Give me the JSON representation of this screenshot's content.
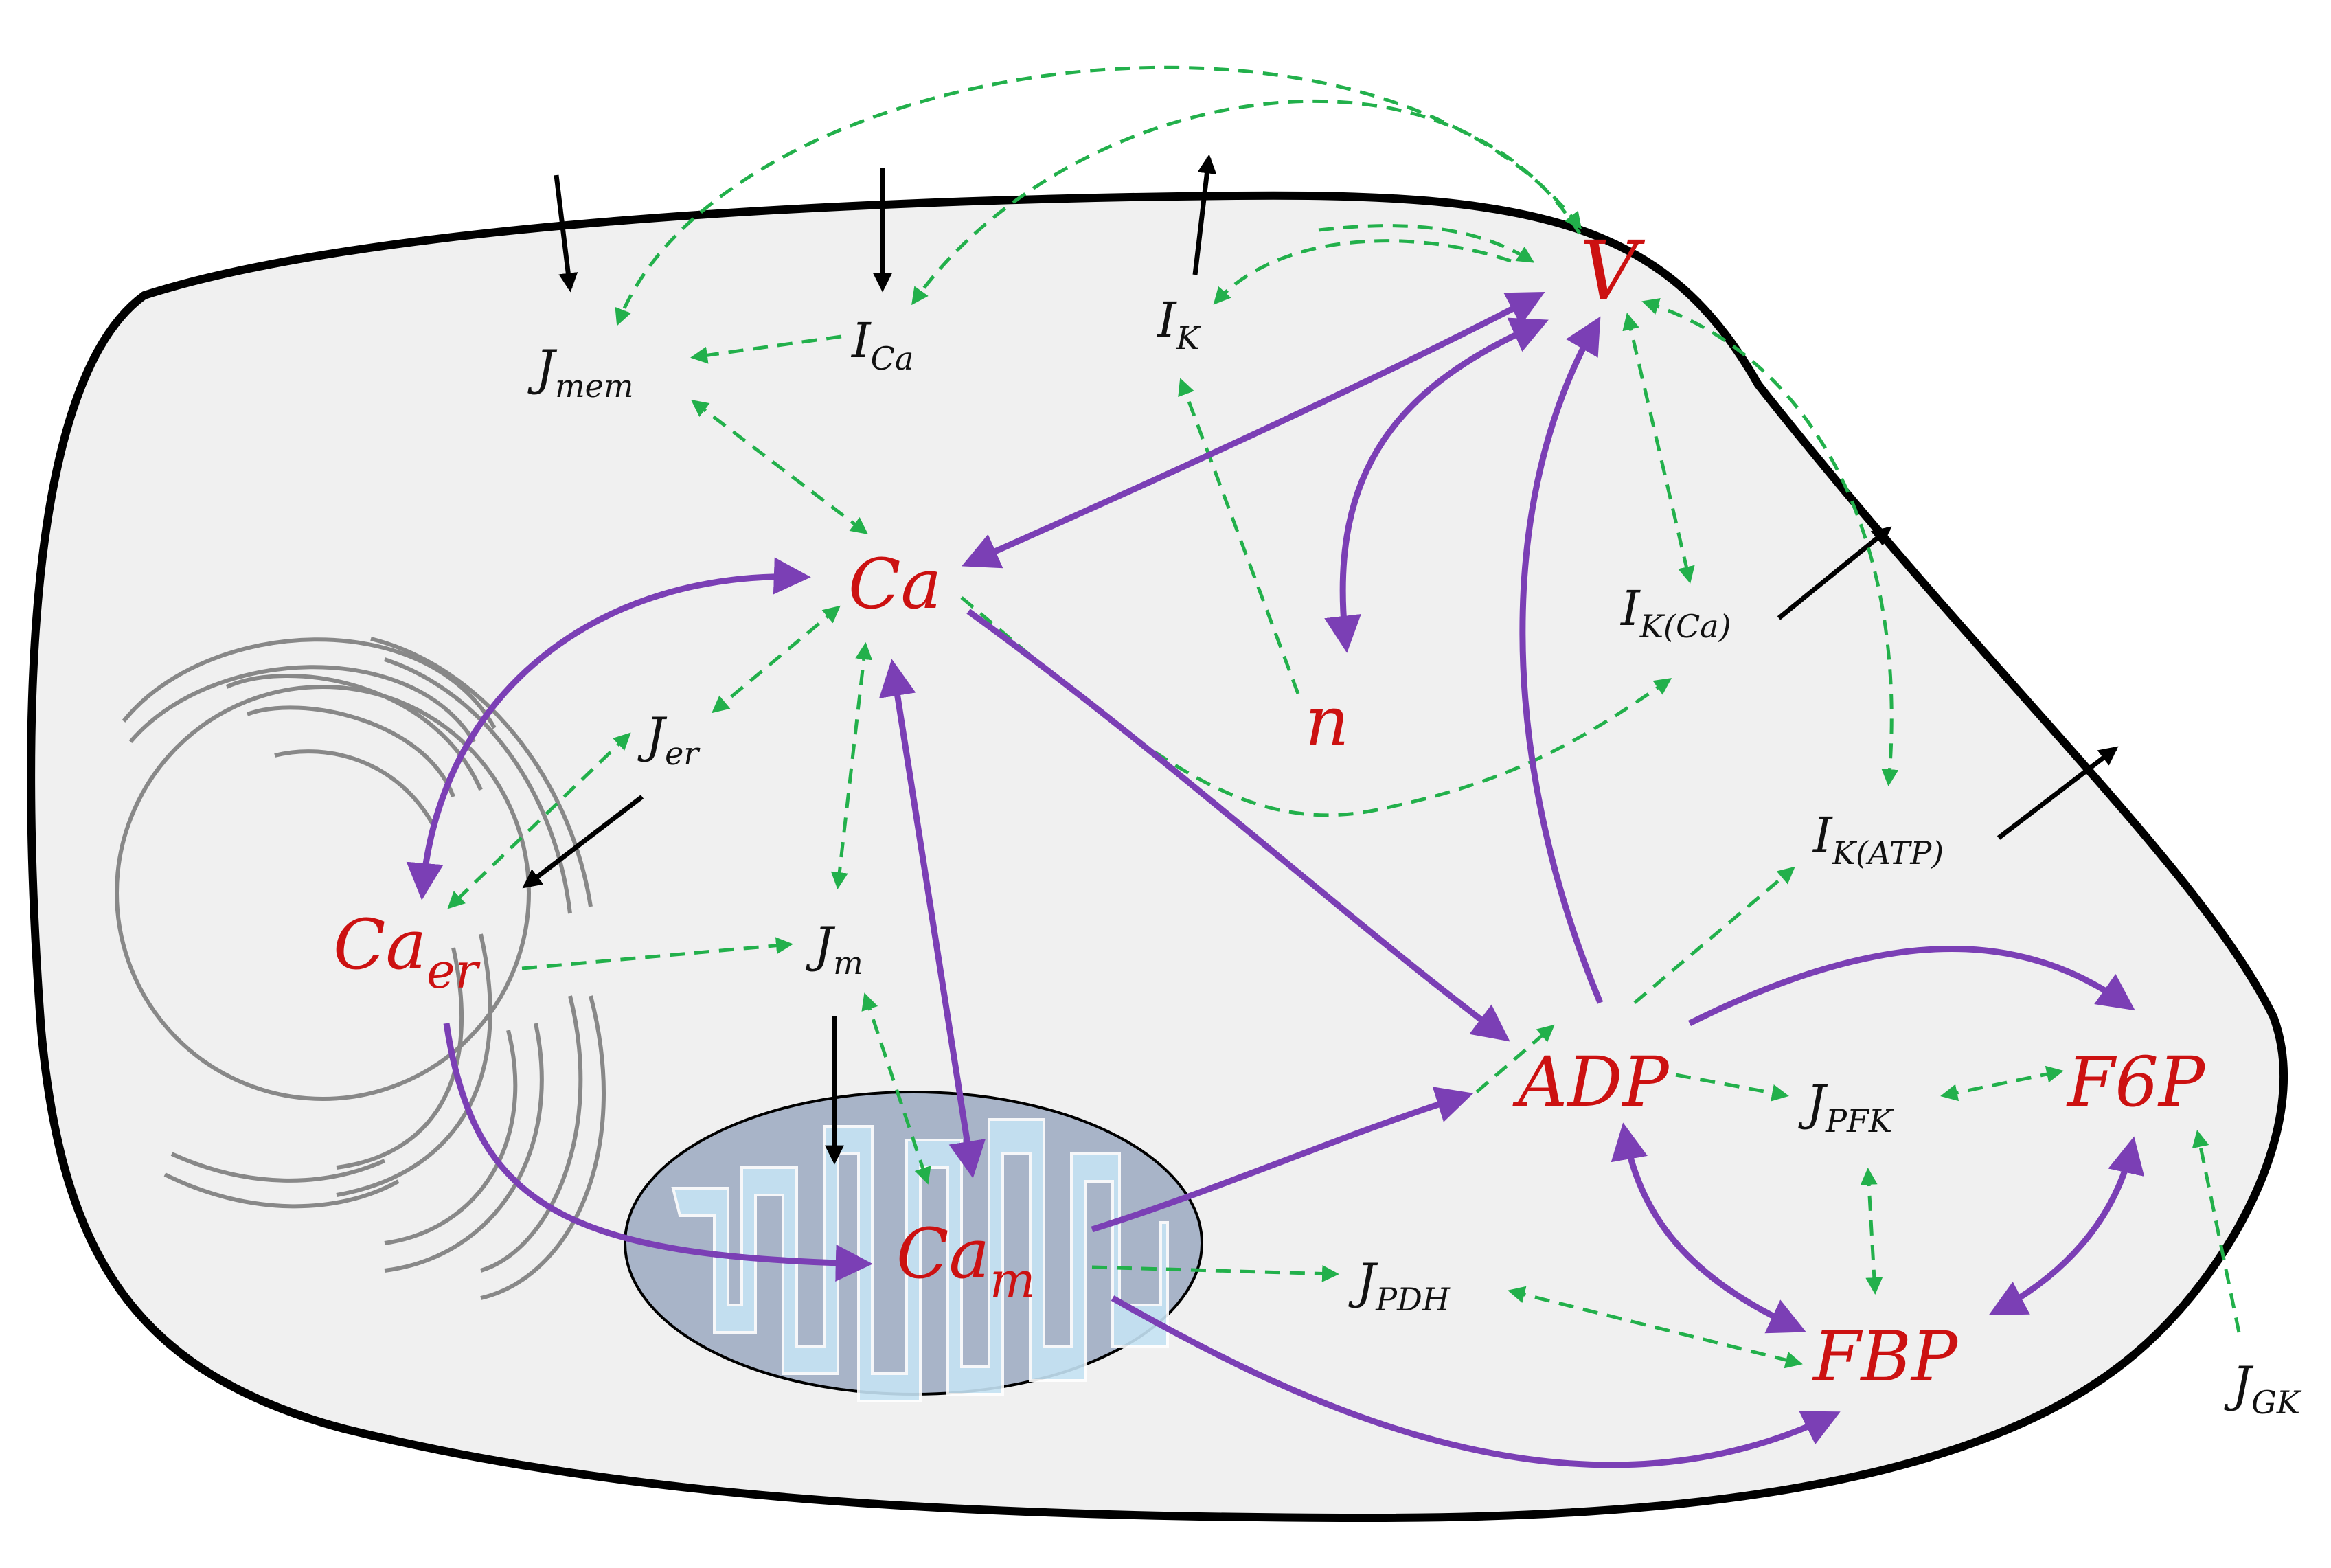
{
  "labels": {
    "J_mem": {
      "main": "J",
      "sub": "mem"
    },
    "I_Ca": {
      "main": "I",
      "sub": "Ca"
    },
    "I_K": {
      "main": "I",
      "sub": "K"
    },
    "V": {
      "main": "V"
    },
    "Ca": {
      "main": "Ca"
    },
    "n": {
      "main": "n"
    },
    "I_KCa": {
      "main": "I",
      "sub": "K(Ca)"
    },
    "J_er": {
      "main": "J",
      "sub": "er"
    },
    "Ca_er": {
      "main": "Ca",
      "sub": "er"
    },
    "J_m": {
      "main": "J",
      "sub": "m"
    },
    "I_KATP": {
      "main": "I",
      "sub": "K(ATP)"
    },
    "ADP": {
      "main": "ADP"
    },
    "J_PFK": {
      "main": "J",
      "sub": "PFK"
    },
    "F6P": {
      "main": "F6P"
    },
    "Ca_m": {
      "main": "Ca",
      "sub": "m"
    },
    "J_PDH": {
      "main": "J",
      "sub": "PDH"
    },
    "FBP": {
      "main": "FBP"
    },
    "J_GK": {
      "main": "J",
      "sub": "GK"
    }
  },
  "colors": {
    "state_text": "#cc1111",
    "flux_text": "#111111",
    "solid_arrow": "#7b3fb5",
    "dashed_arrow": "#22b04b",
    "membrane_arrow": "#000000",
    "cell_fill": "#f0f0f0",
    "cell_outline": "#000000",
    "mitochondrion_fill": "#a8b4c8",
    "cristae_fill": "#c5e3f4",
    "er_outline": "#888888"
  }
}
